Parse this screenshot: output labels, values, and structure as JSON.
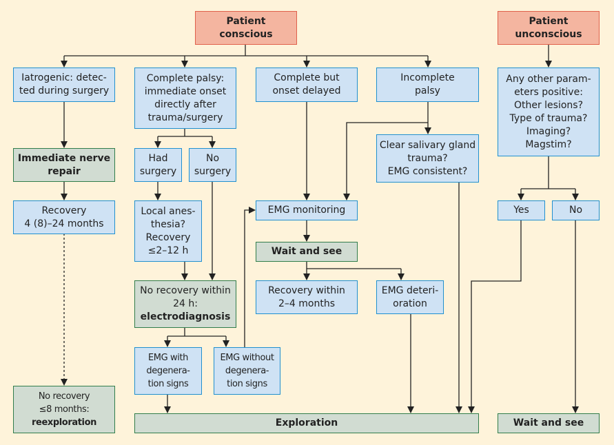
{
  "colors": {
    "background": "#fef3da",
    "start_fill": "#f4b5a0",
    "start_border": "#e0604a",
    "question_fill": "#cfe2f4",
    "question_border": "#1f8fcf",
    "action_fill": "#d1dcd2",
    "action_border": "#2f7c4a",
    "connector": "#222222"
  },
  "nodes": {
    "patient_conscious": {
      "lines": [
        "Patient",
        "conscious"
      ]
    },
    "patient_unconscious": {
      "lines": [
        "Patient",
        "unconscious"
      ]
    },
    "iatrogenic": {
      "lines": [
        "Iatrogenic: detec-",
        "ted during surgery"
      ]
    },
    "complete_palsy": {
      "lines": [
        "Complete palsy:",
        "immediate onset",
        "directly after",
        "trauma/surgery"
      ]
    },
    "complete_delayed": {
      "lines": [
        "Complete but",
        "onset delayed"
      ]
    },
    "incomplete_palsy": {
      "lines": [
        "Incomplete",
        "palsy"
      ]
    },
    "other_parameters": {
      "lines": [
        "Any other param-",
        "eters positive:",
        "Other lesions?",
        "Type of trauma?",
        "Imaging?",
        "Magstim?"
      ]
    },
    "salivary_gland": {
      "lines": [
        "Clear salivary gland",
        "trauma?",
        "EMG consistent?"
      ]
    },
    "immediate_repair": {
      "lines": [
        "Immediate nerve",
        "repair"
      ]
    },
    "had_surgery": {
      "lines": [
        "Had",
        "surgery"
      ]
    },
    "no_surgery": {
      "lines": [
        "No",
        "surgery"
      ]
    },
    "recovery_long": {
      "lines": [
        "Recovery",
        "4 (8)–24 months"
      ]
    },
    "local_anesthesia": {
      "lines": [
        "Local anes-",
        "thesia?",
        "Recovery",
        "≤2–12 h"
      ]
    },
    "emg_monitoring": {
      "lines": [
        "EMG monitoring"
      ]
    },
    "yes": {
      "lines": [
        "Yes"
      ]
    },
    "no": {
      "lines": [
        "No"
      ]
    },
    "wait_see_mid": {
      "lines": [
        "Wait and see"
      ]
    },
    "no_recovery_24h": {
      "lines": [
        "No recovery within",
        "24 h:"
      ],
      "bold_line": "electrodiagnosis"
    },
    "recovery_2_4": {
      "lines": [
        "Recovery within",
        "2–4 months"
      ]
    },
    "emg_deterioration": {
      "lines": [
        "EMG deteri-",
        "oration"
      ]
    },
    "emg_with_degen": {
      "lines": [
        "EMG with",
        "degenera-",
        "tion signs"
      ]
    },
    "emg_without_degen": {
      "lines": [
        "EMG without",
        "degenera-",
        "tion signs"
      ]
    },
    "no_recovery_8m": {
      "lines": [
        "No recovery",
        "≤8 months:"
      ],
      "bold_line": "reexploration"
    },
    "exploration": {
      "lines": [
        "Exploration"
      ]
    },
    "wait_see_right": {
      "lines": [
        "Wait and see"
      ]
    }
  }
}
